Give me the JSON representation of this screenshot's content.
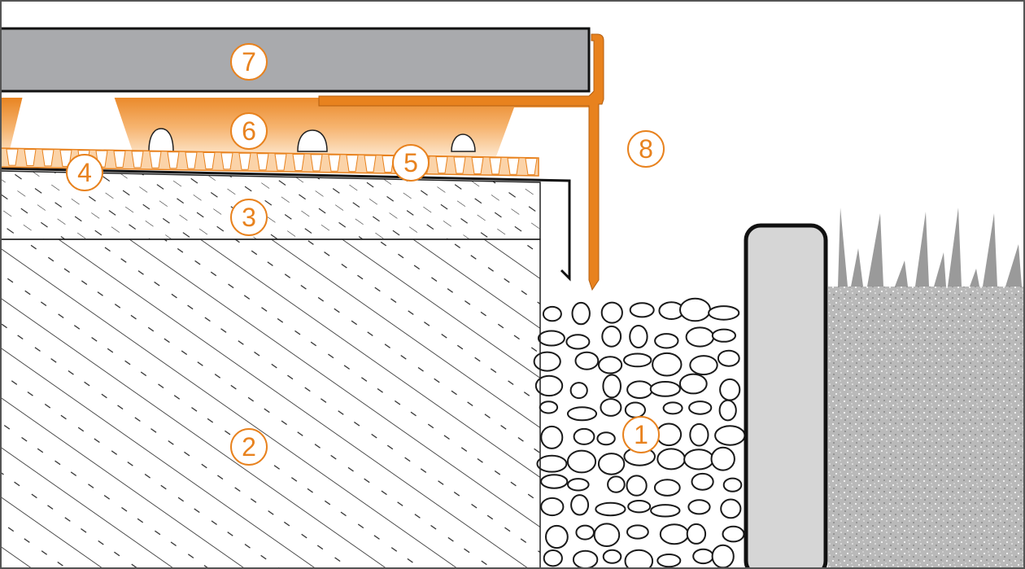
{
  "labels": {
    "gravel": "1",
    "base_layer": "2",
    "screed_layer": "3",
    "membrane": "4",
    "drainage_mat": "5",
    "mortar_bed": "6",
    "tile_covering": "7",
    "edge_profile": "8"
  },
  "colors": {
    "accent": "#e8821e",
    "outline": "#222222",
    "tile": "#a9aaad",
    "post": "#d6d6d6",
    "ground": "#b8b8b8",
    "mortar_light": "#fde6cc"
  }
}
